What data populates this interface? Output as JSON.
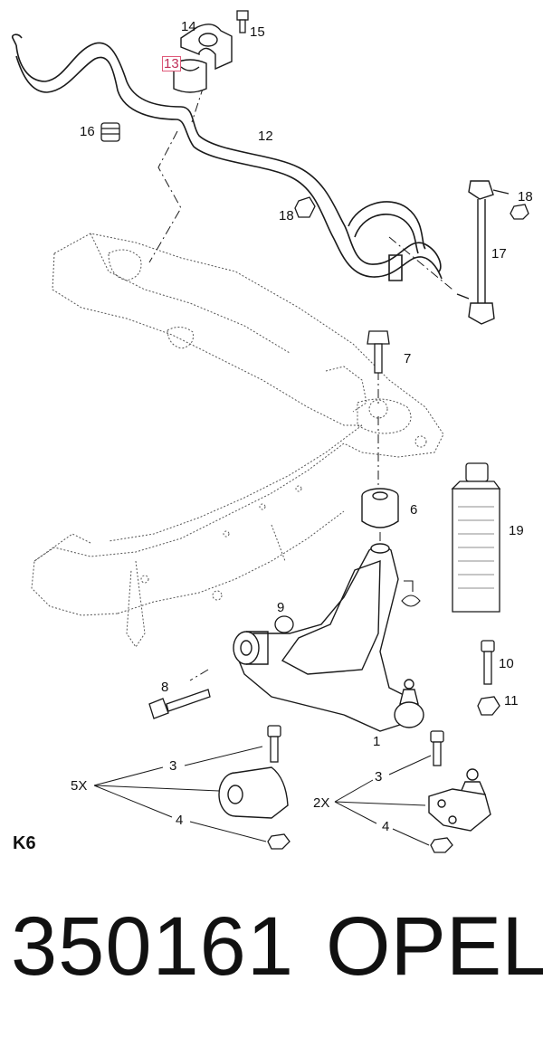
{
  "labels": {
    "p1": "1",
    "p3a": "3",
    "p3b": "3",
    "p4a": "4",
    "p4b": "4",
    "p5x": "5X",
    "p2x": "2X",
    "p6": "6",
    "p7": "7",
    "p8": "8",
    "p9": "9",
    "p10": "10",
    "p11": "11",
    "p12": "12",
    "p13": "13",
    "p14": "14",
    "p15": "15",
    "p16": "16",
    "p17": "17",
    "p18a": "18",
    "p18b": "18",
    "p19": "19"
  },
  "sheet": "K6",
  "footer": {
    "part_number": "350161",
    "brand": "OPEL"
  },
  "colors": {
    "line": "#1a1a1a",
    "highlight": "#e05a7a",
    "dotted": "#555555"
  }
}
